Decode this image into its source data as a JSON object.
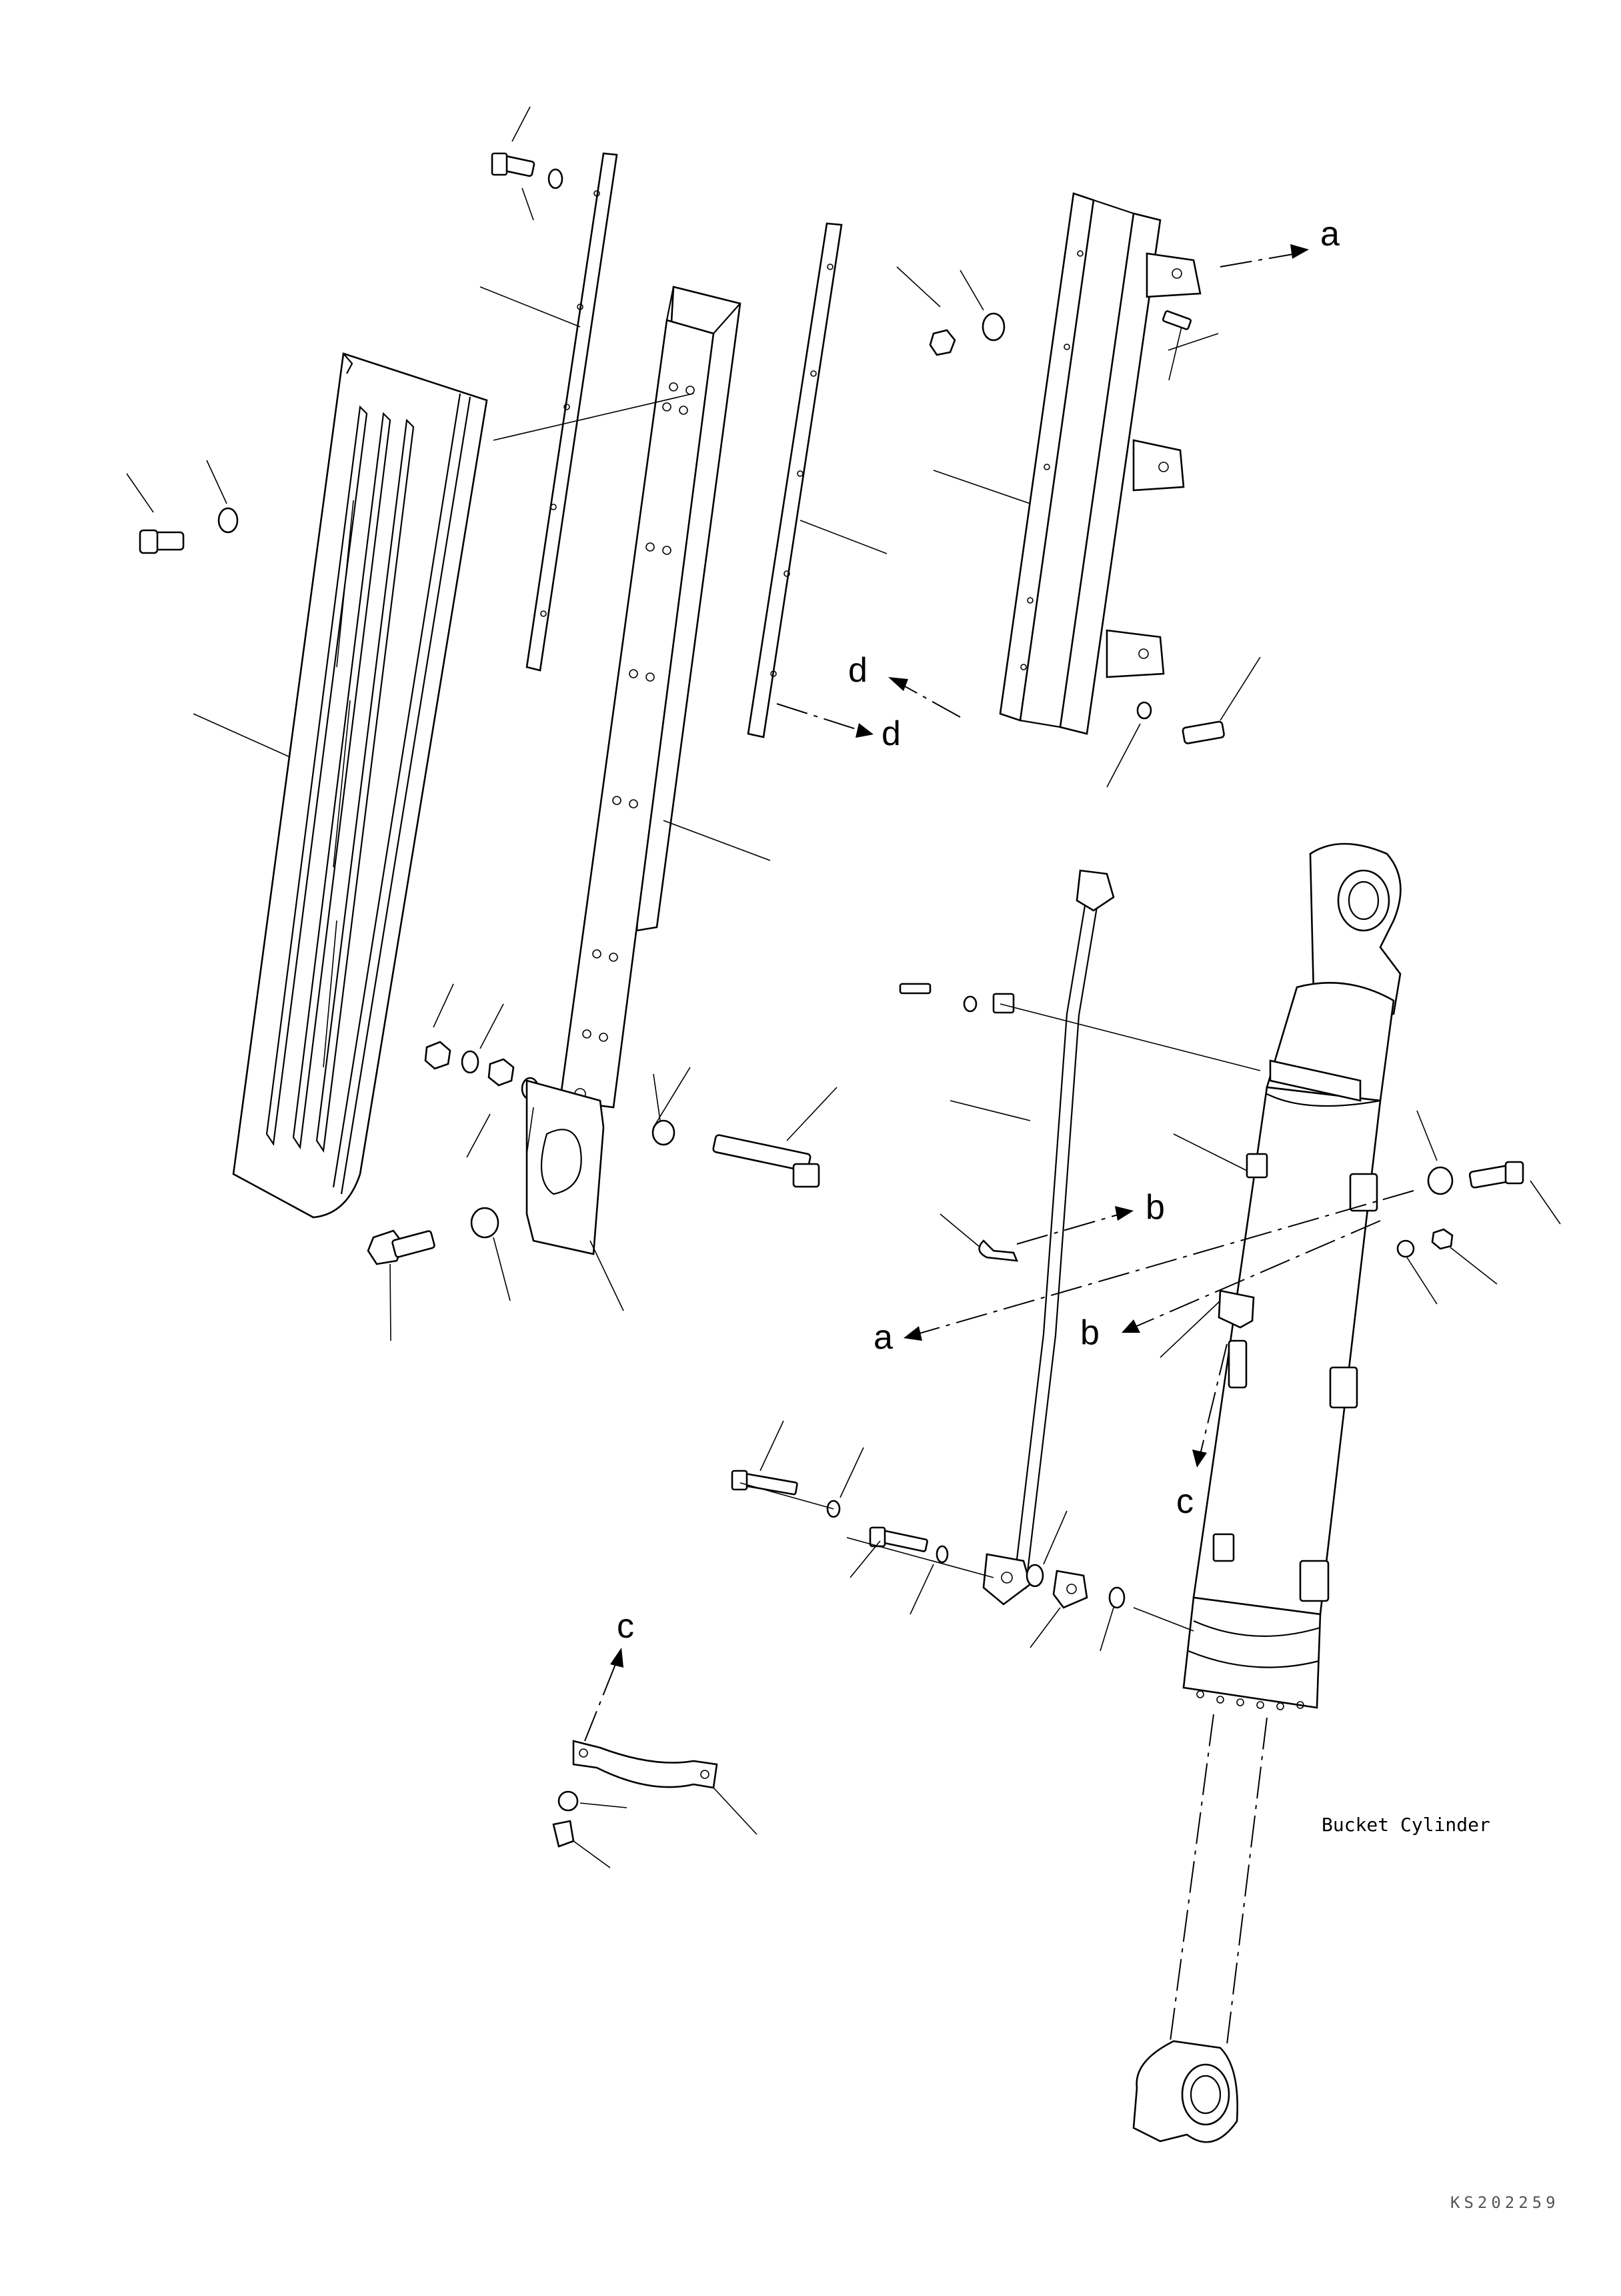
{
  "caption": "Bucket Cylinder",
  "document_number": "KS202259",
  "reference_letters": {
    "a_top": "a",
    "a_bottom": "a",
    "b_right": "b",
    "b_left": "b",
    "c_lower": "c",
    "c_upper": "c",
    "d_left": "d",
    "d_right": "d"
  }
}
